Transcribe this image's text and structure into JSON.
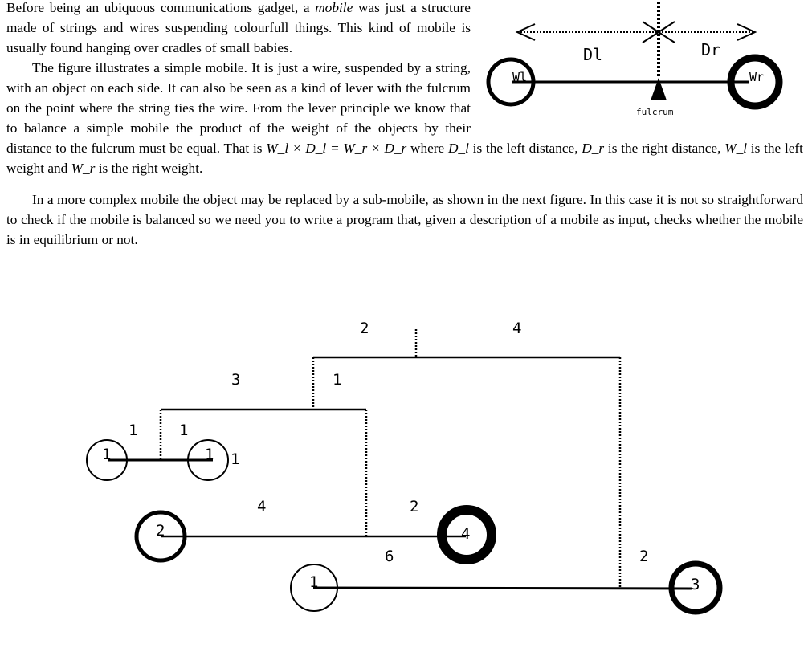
{
  "para1": {
    "a": "Before being an ubiquous communications gadget, a ",
    "em": "mobile",
    "b": " was just a structure made of strings and wires suspending colourfull things. This kind of mobile is usually found hanging over cradles of small babies."
  },
  "para2": {
    "a": "The figure illustrates a simple mobile. It is just a wire, suspended by a string, with an object on each side. It can also be seen as a kind of lever with the fulcrum on the point where the string ties the wire. From the lever principle we know that to balance a simple mobile the product of the weight of the objects by their distance to the fulcrum must be equal. That is ",
    "formula": "W_l × D_l = W_r × D_r",
    "b": " where ",
    "dl": "D_l",
    "c": " is the left distance, ",
    "dr": "D_r",
    "d": " is the right distance, ",
    "wl": "W_l",
    "e": " is the left weight and ",
    "wr": "W_r",
    "f": " is the right weight."
  },
  "para3": "In a more complex mobile the object may be replaced by a sub-mobile, as shown in the next figure. In this case it is not so straightforward to check if the mobile is balanced so we need you to write a program that, given a description of a mobile as input, checks whether the mobile is in equilibrium or not.",
  "figure1": {
    "dl": "Dl",
    "dr": "Dr",
    "wl": "Wl",
    "wr": "Wr",
    "fulcrum": "fulcrum"
  },
  "figure2": {
    "top_left": "2",
    "top_right": "4",
    "mid_left": "3",
    "mid_right": "1",
    "small_left": "1",
    "small_right": "1",
    "w1": "1",
    "w2": "1",
    "w2b": "1",
    "m_left": "4",
    "m_right": "2",
    "w3": "2",
    "w4": "4",
    "b_left": "6",
    "b_right": "2",
    "w5": "1",
    "w6": "3"
  }
}
